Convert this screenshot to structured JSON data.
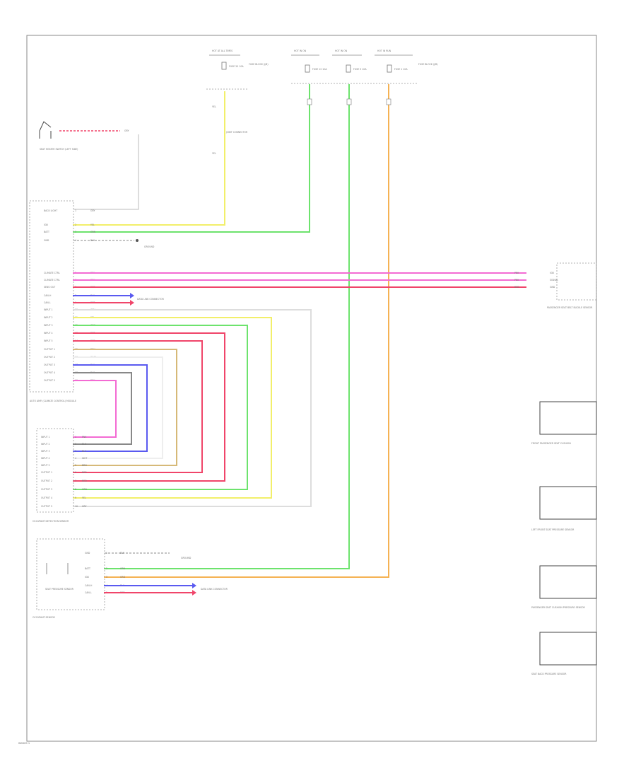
{
  "footer": {
    "code": "W0009 1"
  },
  "components": {
    "heater_switch": {
      "label": "SEAT HEATER SWITCH (LEFT SIDE)"
    },
    "climate_control": {
      "label": "AUTO AMP. (CLIMATE CONTROL) MODULE"
    },
    "occupant_detection": {
      "label": "OCCUPANT DETECTION SENSOR"
    },
    "occupant_sensor": {
      "label": "OCCUPANT SENSOR"
    },
    "occupant_inner": {
      "label": "SEAT PRESSURE SENSOR"
    },
    "sensor_right": {
      "label": "PASSENGER SEAT BELT BUCKLE SENSOR"
    },
    "sensor_1": {
      "label": "FRONT PASSENGER SEAT CUSHION"
    },
    "sensor_2": {
      "label": "LEFT FRONT SEAT PRESSURE SENSOR"
    },
    "sensor_3": {
      "label": "PASSENGER SEAT CUSHION PRESSURE SENSOR"
    },
    "sensor_4": {
      "label": "SEAT BACK PRESSURE SENSOR"
    }
  },
  "power": [
    {
      "label": "HOT AT ALL TIMES",
      "fuse": "FUSE 20 10A",
      "note": "FUSE BLOCK (J/B)"
    },
    {
      "label": "HOT IN ON",
      "fuse": "FUSE 12 10A",
      "note": ""
    },
    {
      "label": "HOT IN ON",
      "fuse": "FUSE 5 10A",
      "note": ""
    },
    {
      "label": "HOT IN RUN",
      "fuse": "FUSE 1 10A",
      "note": "FUSE BLOCK (J/B)"
    }
  ],
  "wire_labels": {
    "yel_top": "YEL",
    "yel_mid": "YEL",
    "splice": "JOINT CONNECTOR",
    "grn": "GRN",
    "grn2": "GRN",
    "org": "ORG",
    "ground": "GROUND",
    "bus": "DATA LINK"
  },
  "module_pins": [
    {
      "name": "BACK LIGHT",
      "pin": "1",
      "color": "GRY"
    },
    {
      "name": "IGN",
      "pin": "2",
      "color": "YEL"
    },
    {
      "name": "BATT",
      "pin": "3",
      "color": "GRN"
    },
    {
      "name": "GND",
      "pin": "4",
      "color": "BLK"
    },
    {
      "name": "CLIMATE CTRL",
      "pin": "5",
      "color": "PNK"
    },
    {
      "name": "CLIMATE CTRL",
      "pin": "6",
      "color": "PNK"
    },
    {
      "name": "SENS OUT",
      "pin": "7",
      "color": "RED"
    },
    {
      "name": "CAN-H",
      "pin": "8",
      "color": "BLU"
    },
    {
      "name": "CAN-L",
      "pin": "9",
      "color": "RED"
    },
    {
      "name": "INPUT 1",
      "pin": "10",
      "color": "GRY"
    },
    {
      "name": "INPUT 2",
      "pin": "11",
      "color": "YEL"
    },
    {
      "name": "INPUT 3",
      "pin": "12",
      "color": "GRN"
    },
    {
      "name": "INPUT 4",
      "pin": "13",
      "color": "RED"
    },
    {
      "name": "INPUT 5",
      "pin": "14",
      "color": "RED"
    },
    {
      "name": "OUTPUT 1",
      "pin": "15",
      "color": "BRN"
    },
    {
      "name": "OUTPUT 2",
      "pin": "16",
      "color": "WHT"
    },
    {
      "name": "OUTPUT 3",
      "pin": "17",
      "color": "BLU"
    },
    {
      "name": "OUTPUT 4",
      "pin": "18",
      "color": "BLK"
    },
    {
      "name": "OUTPUT 5",
      "pin": "19",
      "color": "PNK"
    }
  ],
  "switch_pins": [
    {
      "name": "INPUT 1",
      "pin": "1",
      "color": "PNK"
    },
    {
      "name": "INPUT 2",
      "pin": "2",
      "color": "BLK"
    },
    {
      "name": "INPUT 3",
      "pin": "3",
      "color": "BLU"
    },
    {
      "name": "INPUT 4",
      "pin": "4",
      "color": "WHT"
    },
    {
      "name": "INPUT 5",
      "pin": "5",
      "color": "BRN"
    },
    {
      "name": "OUTPUT 1",
      "pin": "6",
      "color": "RED"
    },
    {
      "name": "OUTPUT 2",
      "pin": "7",
      "color": "RED"
    },
    {
      "name": "OUTPUT 3",
      "pin": "8",
      "color": "GRN"
    },
    {
      "name": "OUTPUT 4",
      "pin": "9",
      "color": "YEL"
    },
    {
      "name": "OUTPUT 5",
      "pin": "10",
      "color": "GRY"
    }
  ],
  "occ_pins": [
    {
      "name": "GND",
      "pin": "1",
      "color": "BLK"
    },
    {
      "name": "BATT",
      "pin": "2",
      "color": "GRN"
    },
    {
      "name": "IGN",
      "pin": "3",
      "color": "ORG"
    },
    {
      "name": "CAN-H",
      "pin": "4",
      "color": "BLU"
    },
    {
      "name": "CAN-L",
      "pin": "5",
      "color": "RED"
    }
  ],
  "right_pins": [
    "PNK",
    "PNK",
    "RED"
  ],
  "right_terms": [
    "IGN",
    "SIGNAL",
    "GND"
  ],
  "data_link": "DATA LINK CONNECTOR",
  "ground_note": "GROUND",
  "wire_colors": {
    "yellow": "#f2ef6a",
    "green": "#6de36d",
    "orange": "#f5b253",
    "pink": "#f36bd3",
    "red": "#f0456a",
    "blue": "#5a5af0",
    "gray": "#c8c8c8",
    "tan": "#d6b978",
    "black": "#555555",
    "lightgray": "#dddddd"
  }
}
